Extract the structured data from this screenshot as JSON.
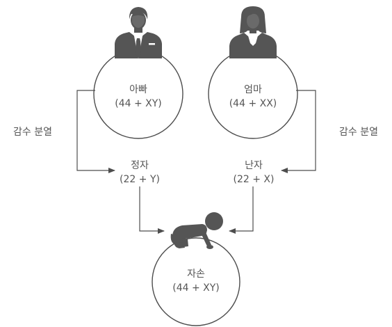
{
  "colors": {
    "stroke": "#4d4d4d",
    "icon": "#555555",
    "text": "#555555",
    "background": "#ffffff"
  },
  "father": {
    "title": "아빠",
    "chromosomes": "(44 + XY)",
    "icon": "man-icon"
  },
  "mother": {
    "title": "엄마",
    "chromosomes": "(44 + XX)",
    "icon": "woman-icon"
  },
  "sperm": {
    "title": "정자",
    "chromosomes": "(22 + Y)"
  },
  "egg": {
    "title": "난자",
    "chromosomes": "(22 + X)"
  },
  "child": {
    "title": "자손",
    "chromosomes": "(44 + XY)",
    "icon": "crawling-baby-icon"
  },
  "meiosis_left": {
    "label": "감수 분열"
  },
  "meiosis_right": {
    "label": "감수 분열"
  }
}
